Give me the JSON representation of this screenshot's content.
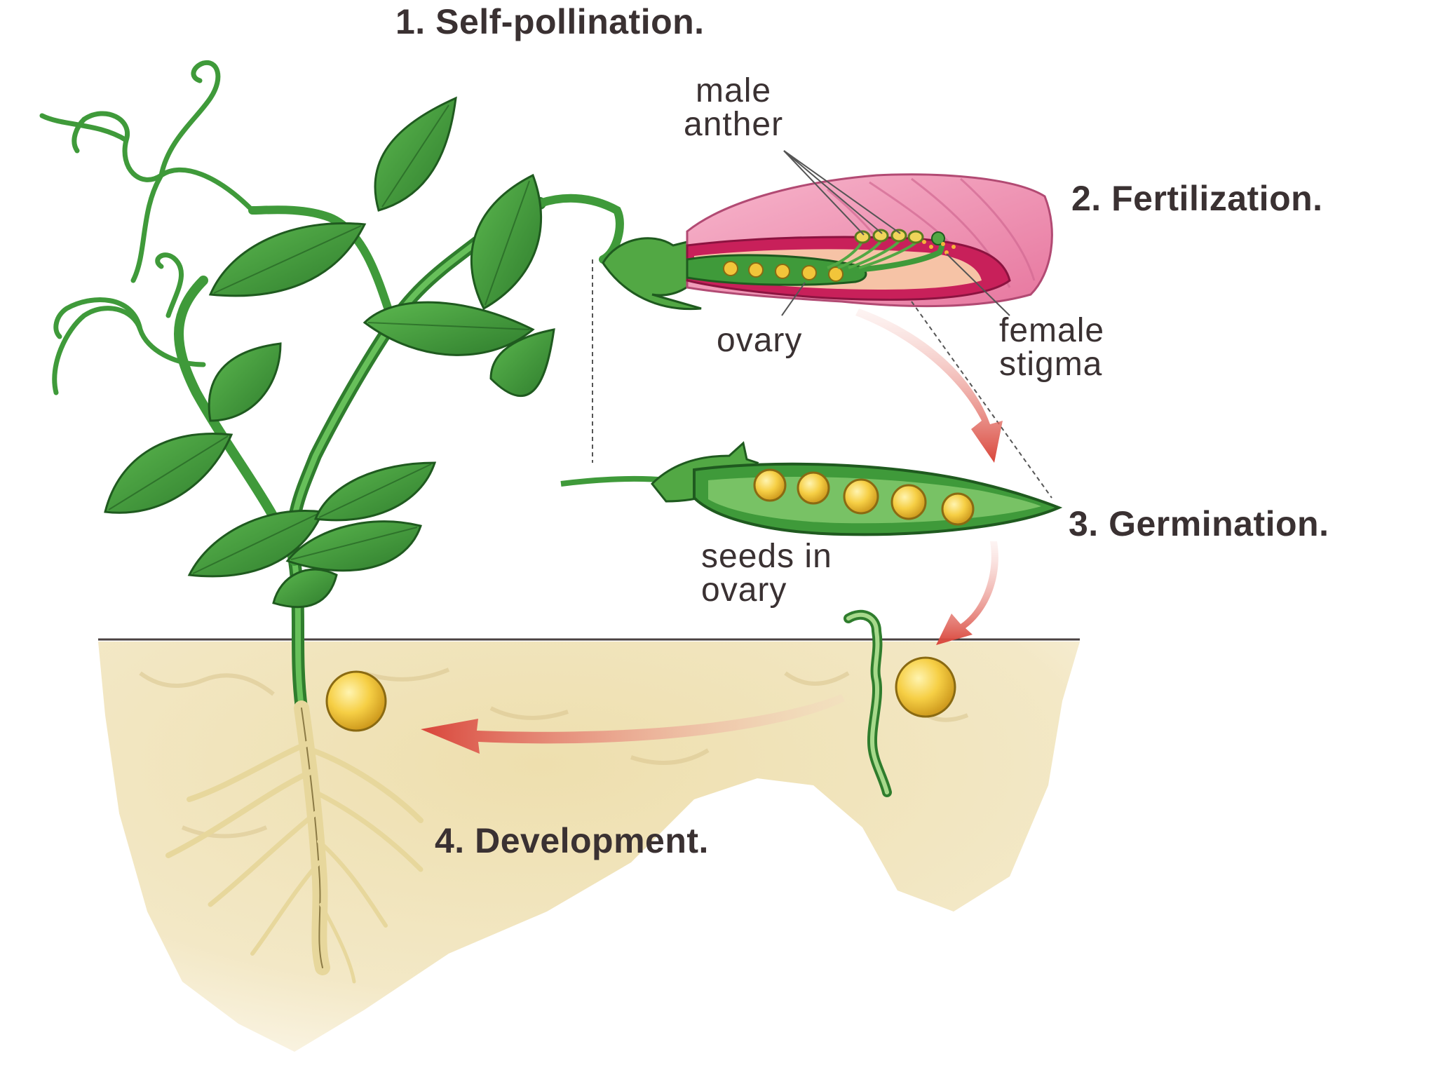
{
  "stages": {
    "self_pollination": "1. Self-pollination.",
    "fertilization": "2. Fertilization.",
    "germination": "3. Germination.",
    "development": "4. Development."
  },
  "parts": {
    "anther": {
      "line1": "male",
      "line2": "anther"
    },
    "stigma": {
      "line1": "female",
      "line2": "stigma"
    },
    "ovary": "ovary",
    "seeds": {
      "line1": "seeds in",
      "line2": "ovary"
    }
  },
  "colors": {
    "leaf": "#3f9a3a",
    "leaf_dark": "#1f5a1f",
    "petal": "#e889ad",
    "petal_inner": "#c8205a",
    "seed": "#f2c53a",
    "soil": "#ecdcab",
    "arrow": "#d9493a",
    "text": "#3a3132"
  }
}
